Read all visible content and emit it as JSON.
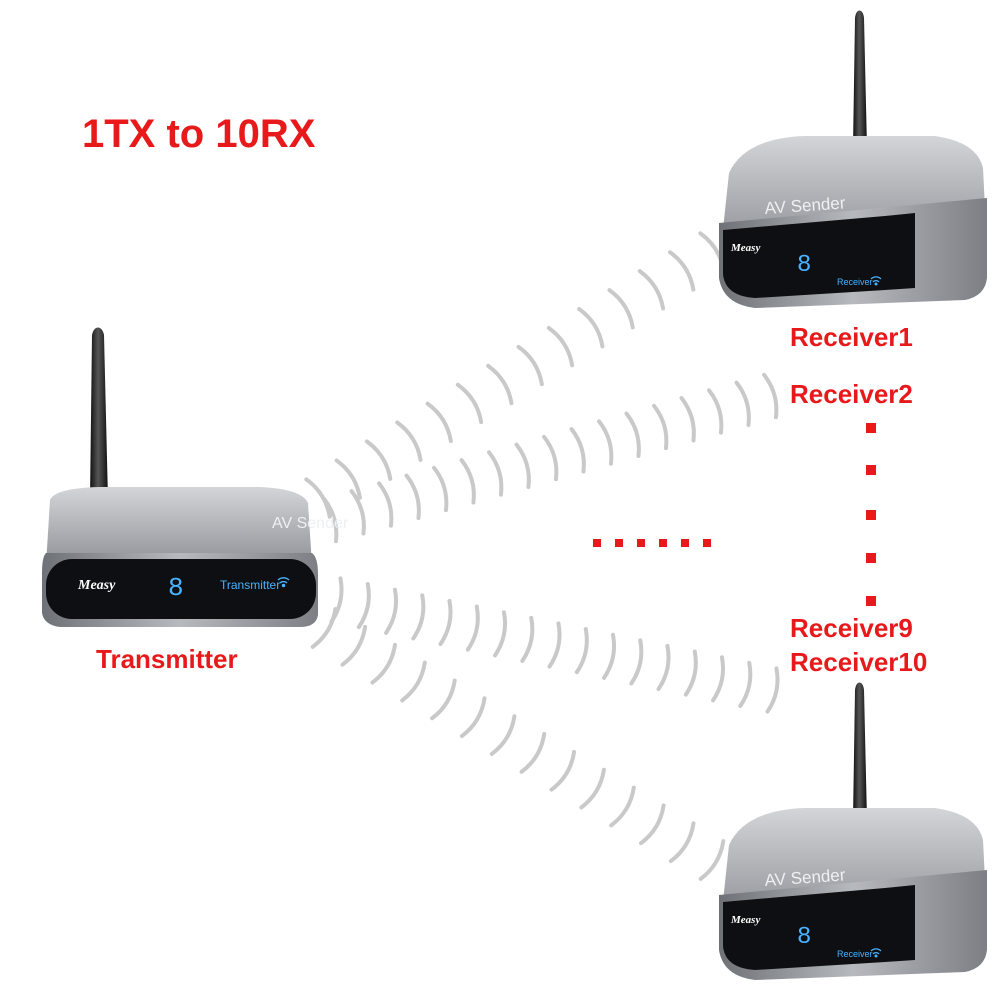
{
  "title": "1TX to 10RX",
  "transmitter": {
    "label": "Transmitter",
    "brand": "Measy",
    "display_digit": "8",
    "panel_text": "Transmitter",
    "top_text": "AV Sender"
  },
  "receivers": [
    {
      "label": "Receiver1",
      "brand": "Measy",
      "display_digit": "8",
      "panel_text": "Receiver",
      "top_text": "AV Sender"
    },
    {
      "label": "Receiver2"
    },
    {
      "label": "Receiver9"
    },
    {
      "label": "Receiver10",
      "brand": "Measy",
      "display_digit": "8",
      "panel_text": "Receiver",
      "top_text": "AV Sender"
    }
  ],
  "colors": {
    "label_red": "#e8191b",
    "device_silver": "#a9acb1",
    "panel_black": "#0d0f12",
    "display_blue": "#4ab3ff",
    "wave_gray": "#c9c9c9"
  },
  "icons": [
    "antenna-icon",
    "wifi-icon"
  ]
}
